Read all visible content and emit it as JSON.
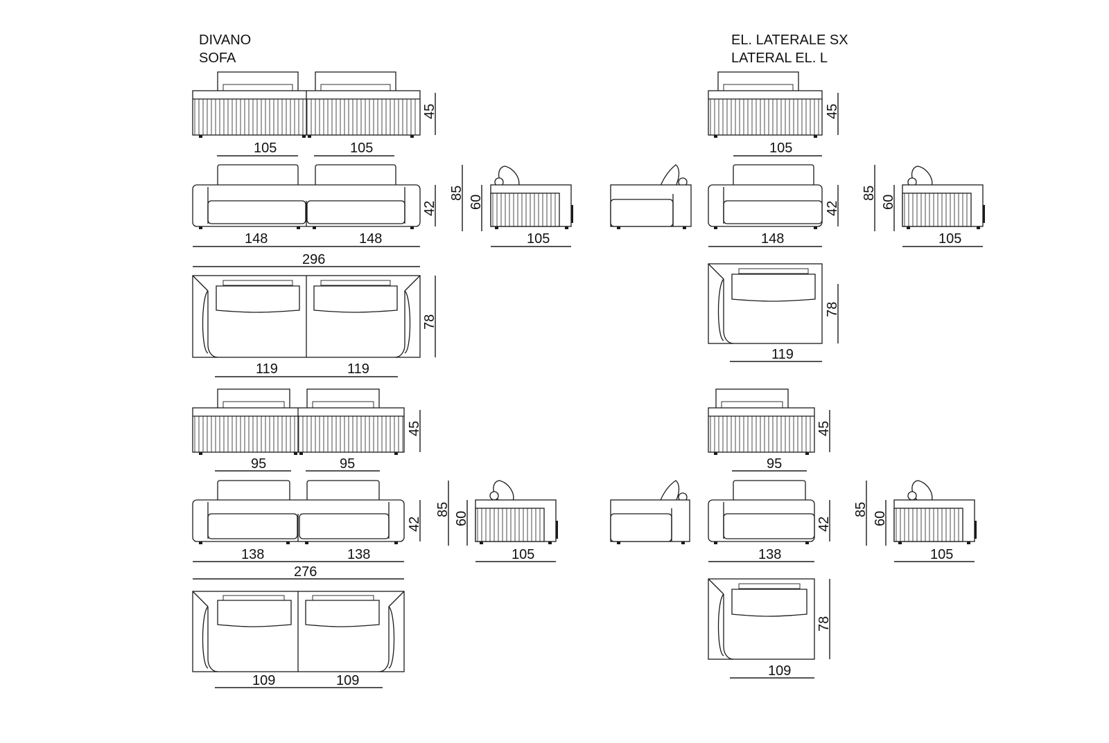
{
  "headings": {
    "sofa": {
      "line1": "DIVANO",
      "line2": "SOFA"
    },
    "lateral": {
      "line1": "EL. LATERALE SX",
      "line2": "LATERAL EL. L"
    }
  },
  "sofa_large": {
    "front_backrest_widths": [
      "105",
      "105"
    ],
    "front_backrest_height": "45",
    "front_seat_widths": [
      "148",
      "148"
    ],
    "front_seat_height": "42",
    "overall_width": "296",
    "side_height_total": "85",
    "side_height_back": "60",
    "side_depth": "105",
    "top_depth": "78",
    "top_seat_widths": [
      "119",
      "119"
    ]
  },
  "sofa_small": {
    "front_backrest_widths": [
      "95",
      "95"
    ],
    "front_backrest_height": "45",
    "front_seat_widths": [
      "138",
      "138"
    ],
    "front_seat_height": "42",
    "overall_width": "276",
    "side_height_total": "85",
    "side_height_back": "60",
    "side_depth": "105",
    "top_seat_widths": [
      "109",
      "109"
    ]
  },
  "lateral_large": {
    "back_width": "105",
    "back_height": "45",
    "front_width": "148",
    "front_height": "42",
    "side_height_total": "85",
    "side_height_back": "60",
    "side_depth": "105",
    "top_depth": "78",
    "top_width": "119"
  },
  "lateral_small": {
    "back_width": "95",
    "back_height": "45",
    "front_width": "138",
    "front_height": "42",
    "side_height_total": "85",
    "side_height_back": "60",
    "side_depth": "105",
    "top_depth": "78",
    "top_width": "109"
  }
}
